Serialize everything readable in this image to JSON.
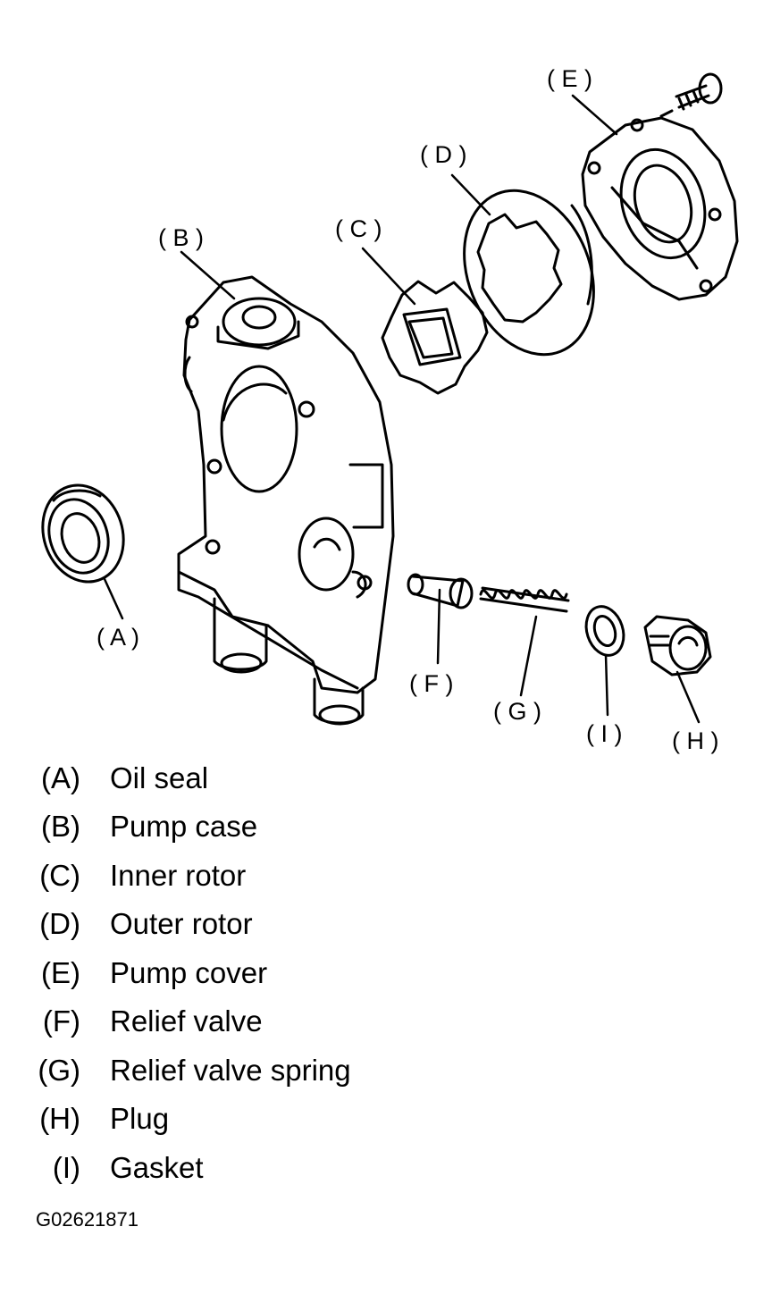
{
  "callouts": {
    "A": "( A )",
    "B": "( B )",
    "C": "( C )",
    "D": "( D )",
    "E": "( E )",
    "F": "( F )",
    "G": "( G )",
    "H": "( H )",
    "I": "( I )"
  },
  "legend": [
    {
      "key": "(A)",
      "text": "Oil seal"
    },
    {
      "key": "(B)",
      "text": "Pump case"
    },
    {
      "key": "(C)",
      "text": "Inner rotor"
    },
    {
      "key": "(D)",
      "text": "Outer rotor"
    },
    {
      "key": "(E)",
      "text": "Pump cover"
    },
    {
      "key": "(F)",
      "text": "Relief valve"
    },
    {
      "key": "(G)",
      "text": "Relief valve spring"
    },
    {
      "key": "(H)",
      "text": "Plug"
    },
    {
      "key": "(I)",
      "text": "Gasket"
    }
  ],
  "figure_id": "G02621871"
}
